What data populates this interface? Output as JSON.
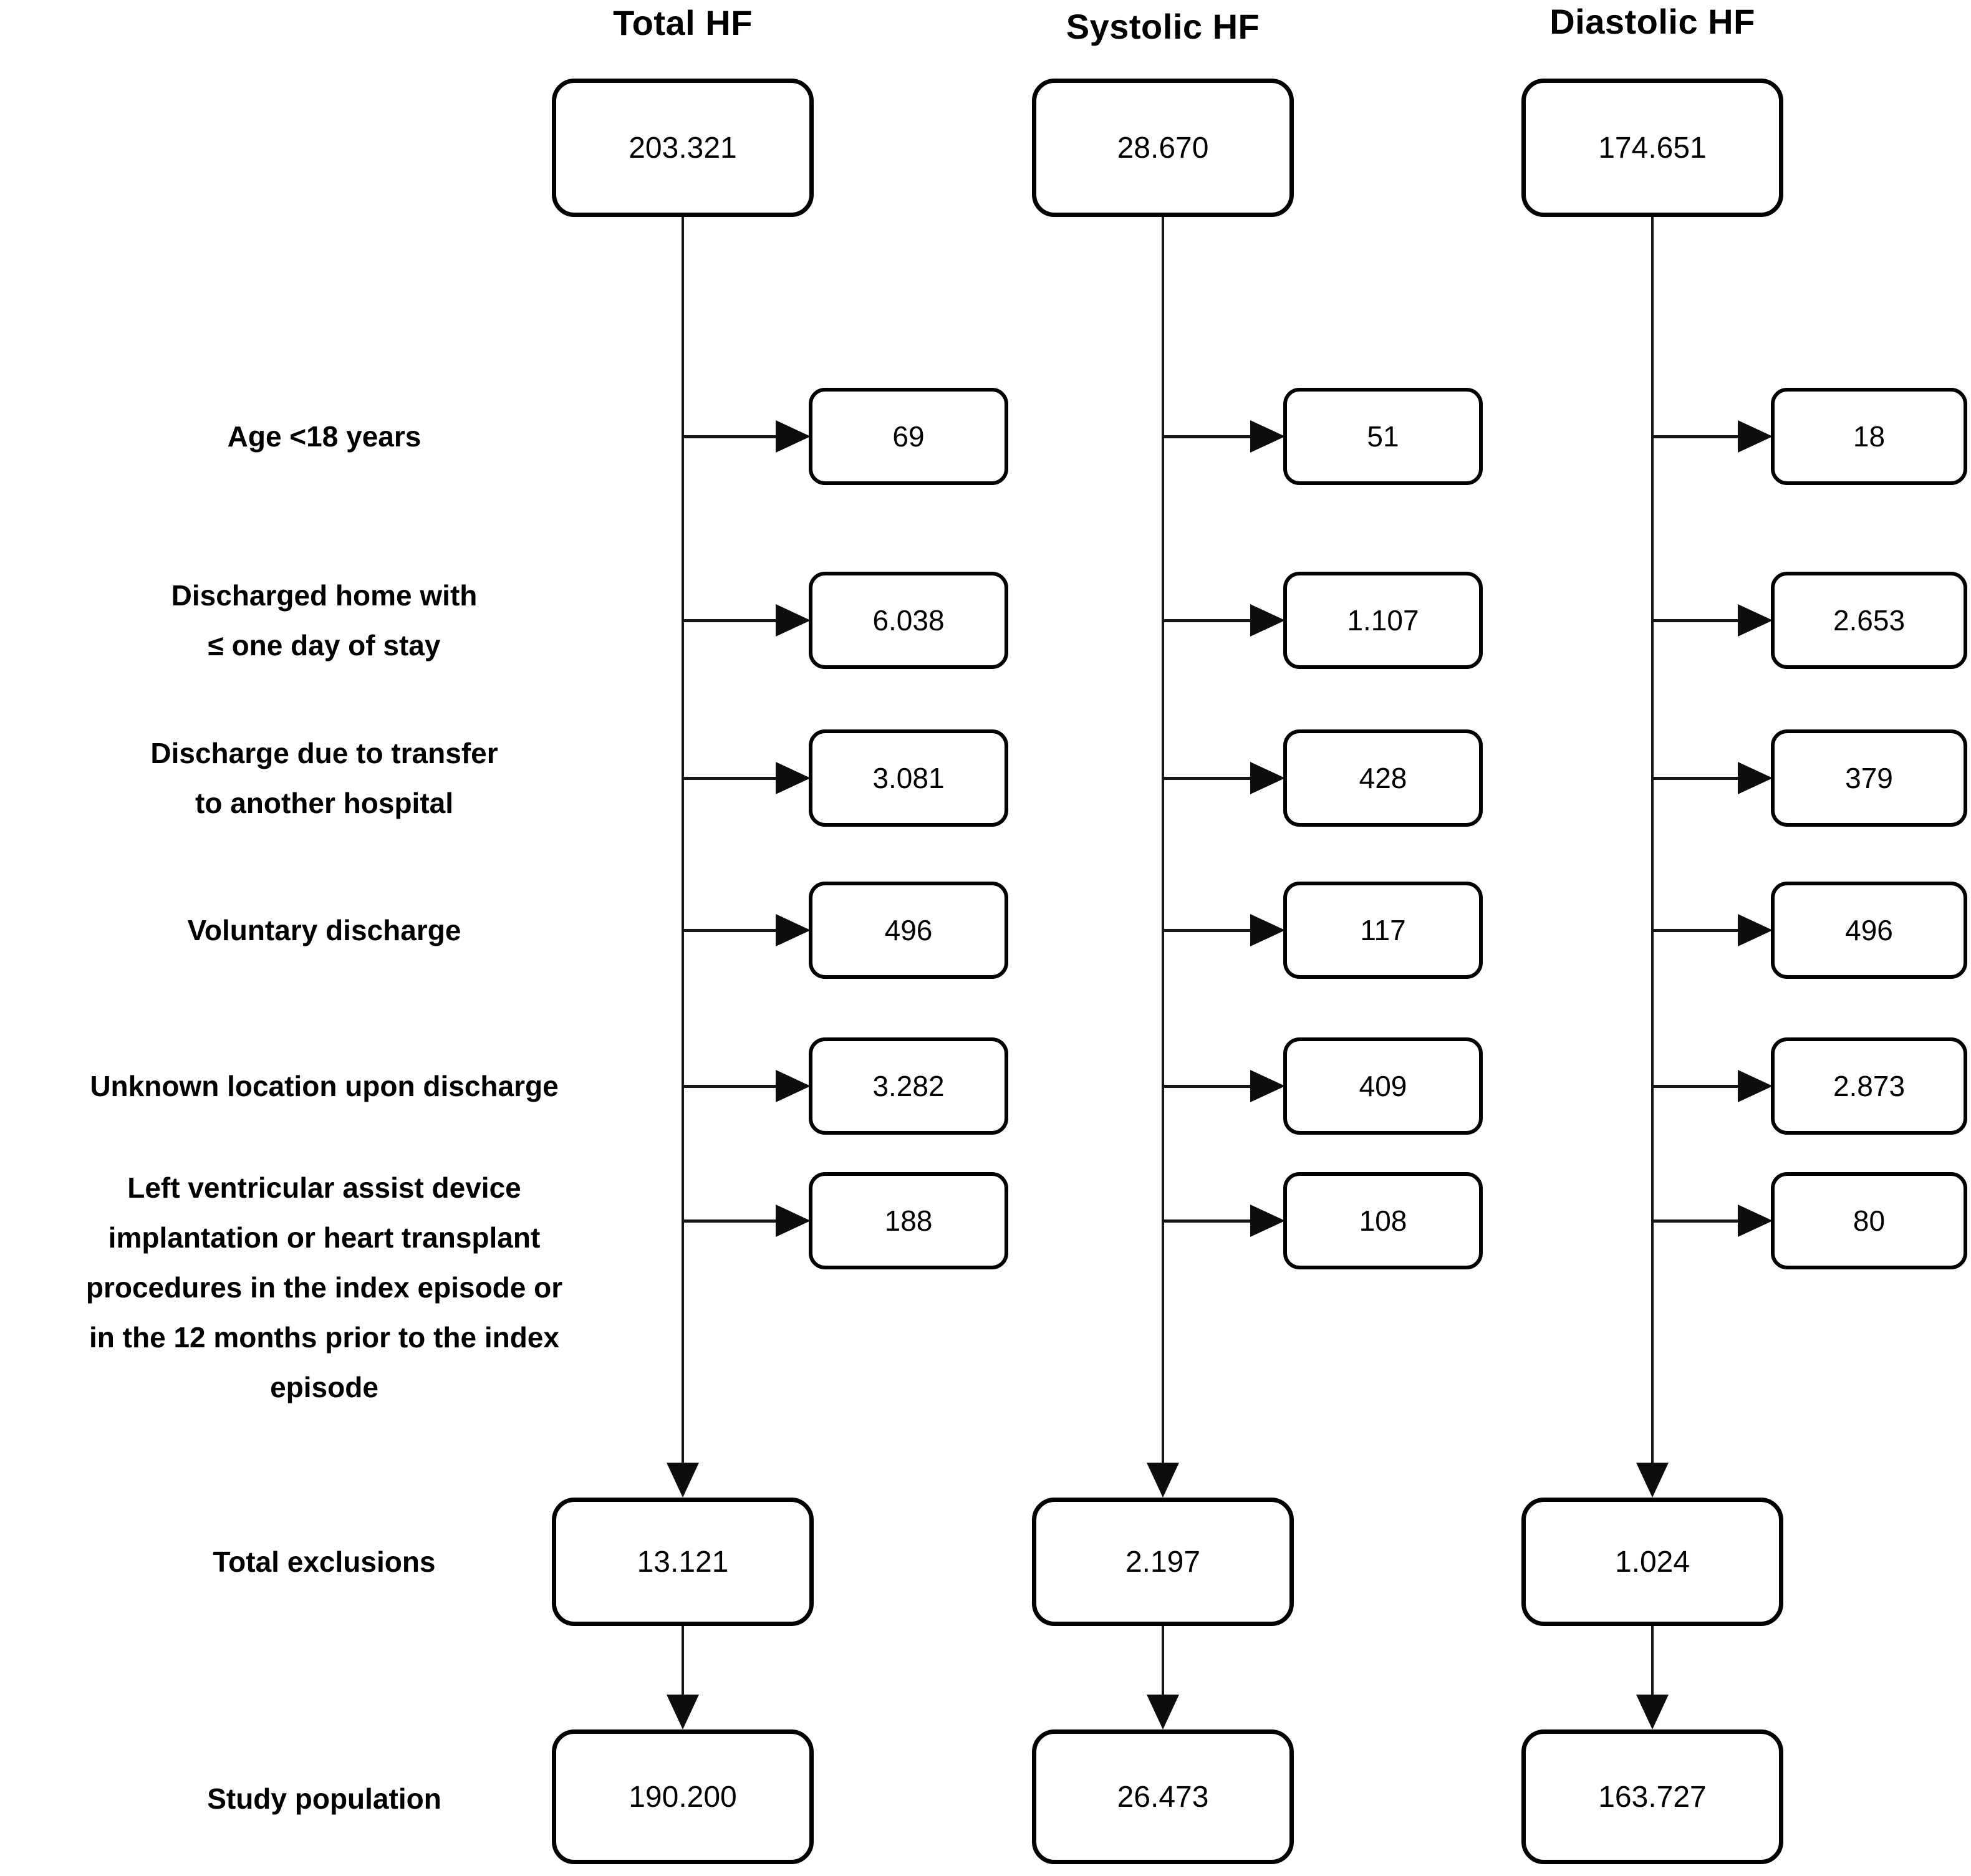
{
  "diagram": {
    "columns": [
      {
        "header": "Total HF",
        "initial_count": "203.321",
        "exclusions": [
          "69",
          "6.038",
          "3.081",
          "496",
          "3.282",
          "188"
        ],
        "total_exclusions": "13.121",
        "study_population": "190.200"
      },
      {
        "header": "Systolic HF",
        "initial_count": "28.670",
        "exclusions": [
          "51",
          "1.107",
          "428",
          "117",
          "409",
          "108"
        ],
        "total_exclusions": "2.197",
        "study_population": "26.473"
      },
      {
        "header": "Diastolic HF",
        "initial_count": "174.651",
        "exclusions": [
          "18",
          "2.653",
          "379",
          "496",
          "2.873",
          "80"
        ],
        "total_exclusions": "1.024",
        "study_population": "163.727"
      }
    ],
    "exclusion_labels": [
      "Age <18 years",
      "Discharged home with\n≤ one day of stay",
      "Discharge due to transfer\nto another hospital",
      "Voluntary discharge",
      "Unknown location upon discharge",
      "Left ventricular assist device\nimplantation or heart transplant\nprocedures in the index episode or\nin the 12 months prior to the index\nepisode"
    ],
    "summary_labels": {
      "total_exclusions": "Total exclusions",
      "study_population": "Study population"
    }
  }
}
